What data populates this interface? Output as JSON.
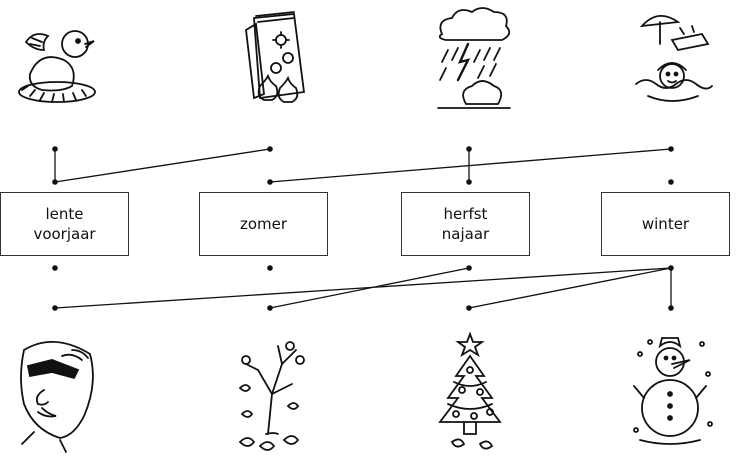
{
  "seasons": [
    {
      "id": "lente",
      "lines": [
        "lente",
        "voorjaar"
      ]
    },
    {
      "id": "zomer",
      "lines": [
        "zomer"
      ]
    },
    {
      "id": "herfst",
      "lines": [
        "herfst",
        "najaar"
      ]
    },
    {
      "id": "winter",
      "lines": [
        "winter"
      ]
    }
  ],
  "top_pictures": [
    "bird-in-nest",
    "flower-bulb-packet",
    "storm-cloud-rain",
    "umbrella-swimming-child"
  ],
  "bottom_pictures": [
    "face-with-sunglasses",
    "tree-falling-leaves",
    "christmas-tree",
    "snowman"
  ],
  "connections": [
    {
      "from": "top-dot-1",
      "to": "top-box-dot-1"
    },
    {
      "from": "top-dot-2",
      "to": "top-box-dot-1"
    },
    {
      "from": "top-dot-3",
      "to": "top-box-dot-3"
    },
    {
      "from": "top-dot-4",
      "to": "top-box-dot-2"
    },
    {
      "from": "bottom-box-dot-3",
      "to": "bottom-dot-2"
    },
    {
      "from": "bottom-box-dot-4",
      "to": "bottom-dot-1"
    },
    {
      "from": "bottom-box-dot-4",
      "to": "bottom-dot-3"
    },
    {
      "from": "bottom-box-dot-4",
      "to": "bottom-dot-4"
    }
  ]
}
